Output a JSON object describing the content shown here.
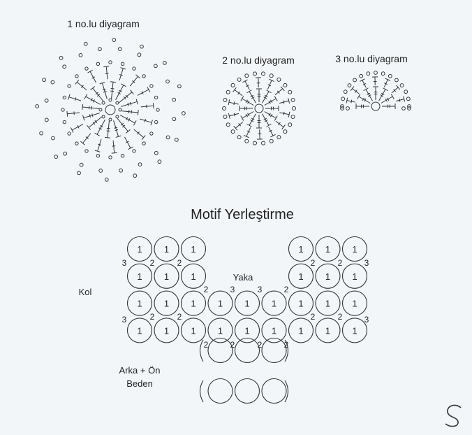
{
  "diagrams": [
    {
      "title": "1 no.lu diyagram"
    },
    {
      "title": "2 no.lu diyagram"
    },
    {
      "title": "3 no.lu diyagram"
    }
  ],
  "placement": {
    "title": "Motif Yerleştirme",
    "motif_label": "1",
    "join_label_2": "2",
    "join_label_3": "3",
    "sleeve_label": "Kol",
    "neck_label": "Yaka",
    "body_label_line1": "Arka + Ön",
    "body_label_line2": "Beden"
  },
  "colors": {
    "line": "#333333",
    "background": "#f2f6f9"
  },
  "icons": {
    "logo": "swirl-s-logo-icon"
  }
}
